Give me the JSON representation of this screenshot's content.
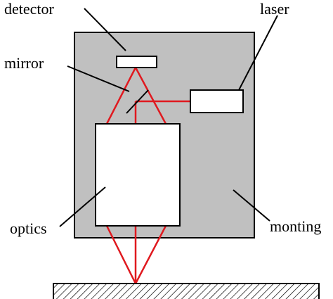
{
  "labels": {
    "detector": "detector",
    "laser": "laser",
    "mirror": "mirror",
    "optics": "optics",
    "monting": "monting"
  },
  "colors": {
    "housing_fill": "#c0c0c0",
    "beam": "#e0191f",
    "outline": "#000000",
    "component_fill": "#ffffff",
    "hatch": "#000000"
  }
}
